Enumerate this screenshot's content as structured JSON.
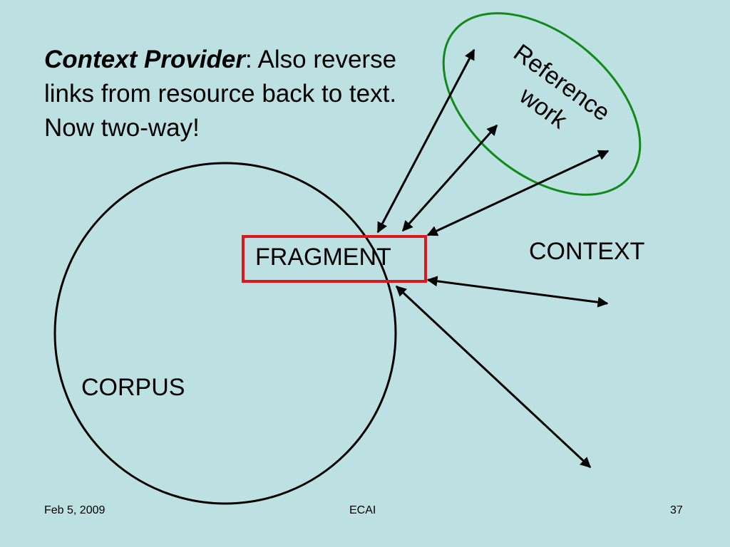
{
  "title": {
    "lead": "Context Provider",
    "rest": ": Also reverse links from resource back to text. Now two-way!"
  },
  "labels": {
    "fragment": "FRAGMENT",
    "context": "CONTEXT",
    "corpus": "CORPUS",
    "reference_line1": "Reference",
    "reference_line2": "work"
  },
  "footer": {
    "date": "Feb 5, 2009",
    "conference": "ECAI",
    "page": "37"
  },
  "colors": {
    "background": "#bde0e3",
    "fragment_box": "#e0161c",
    "reference_ellipse": "#118a1a",
    "lines": "#000000"
  }
}
